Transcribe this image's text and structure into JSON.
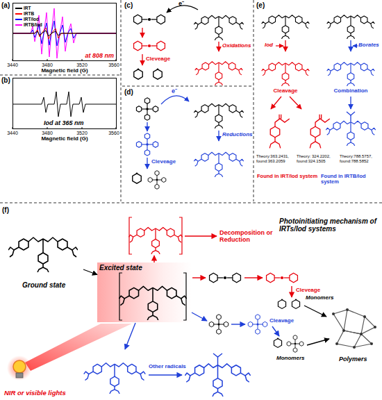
{
  "diagram": {
    "nodes": [
      {
        "text": [
          "at 808 nm"
        ]
      },
      {
        "text": [
          "Iod at 365 nm"
        ]
      },
      {
        "text": [
          "Ground state"
        ]
      },
      {
        "text": [
          "Excited state"
        ]
      },
      {
        "text": [
          "NIR or visible lights"
        ]
      },
      {
        "text": [
          "Polymers"
        ]
      }
    ],
    "edges": [
      {
        "from": 2,
        "to": 3,
        "arrow": "to"
      }
    ],
    "labels": [
      "(a)",
      "3440",
      "3480",
      "3520",
      "3560",
      "Magnetic field (G)",
      "(b)",
      "3440",
      "3480",
      "3520",
      "3560",
      "Magnetic field (G)",
      "(c)",
      "e⁻",
      "Cleveage",
      "Oxidations",
      "(d)",
      "e⁻",
      "Cleveage",
      "Reductions",
      "(e)",
      "Iod",
      "Borates",
      "Cleavage",
      "Combination",
      "Theory:363.2431, found:363.2059",
      "Theory: 324.2202, found:324.1505",
      "Theory:788.5757, found:788.5852",
      "Found in IRT/Iod system",
      "Found in IRTB/Iod system",
      "(f)",
      "Photoinitiating mechanism of IRTs/Iod systems",
      "Decomposition or Reduction",
      "Cleveage",
      "Monomers",
      "Monomers",
      "Cleavage",
      "Other radicals"
    ],
    "legend": [
      {
        "text": "IRT",
        "color": "#000000"
      },
      {
        "text": "IRTB",
        "color": "#ff0000"
      },
      {
        "text": "IRT/Iod",
        "color": "#0000ff"
      },
      {
        "text": "IRTB/Iod",
        "color": "#ff00ff"
      }
    ]
  }
}
